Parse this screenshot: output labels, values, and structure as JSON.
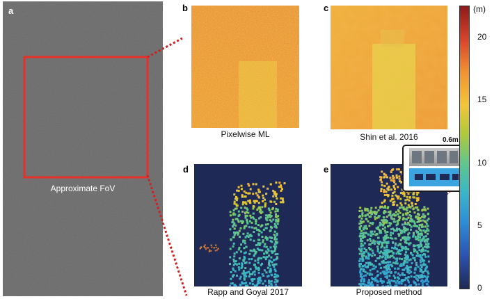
{
  "panels": {
    "a": {
      "letter": "a",
      "label": "Approximate FoV"
    },
    "b": {
      "letter": "b",
      "caption": "Pixelwise ML"
    },
    "c": {
      "letter": "c",
      "caption": "Shin et al. 2016"
    },
    "d": {
      "letter": "d",
      "caption": "Rapp and Goyal 2017"
    },
    "e": {
      "letter": "e",
      "caption": "Proposed method",
      "inset_label": "0.6m"
    }
  },
  "colorbar": {
    "unit": "(m)",
    "ticks": [
      "20",
      "15",
      "10",
      "5",
      "0"
    ],
    "range": [
      0,
      22.5
    ]
  },
  "colors": {
    "fov_box": "#e8302a",
    "zoom_lines": "#d21f1f",
    "background_dark": "#1e2a55",
    "gray_scene": "#6b6b6b"
  }
}
